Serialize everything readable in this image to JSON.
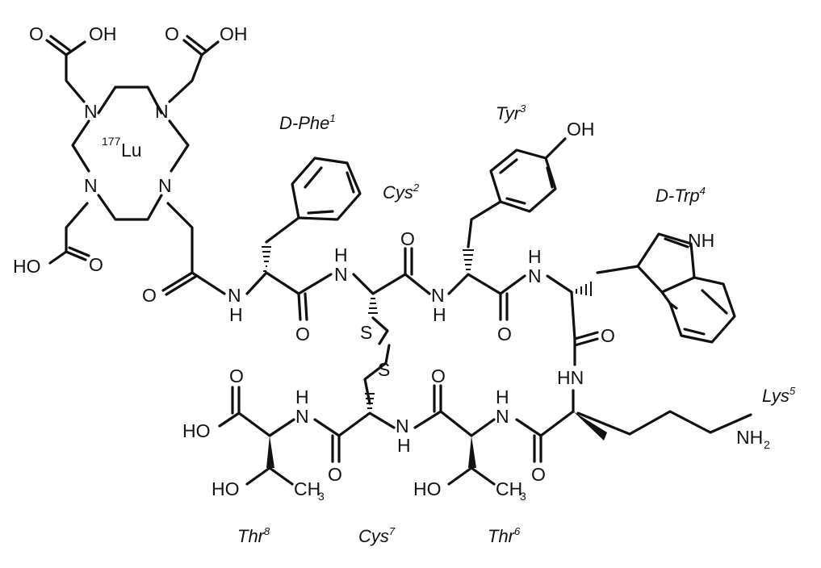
{
  "atoms": {
    "o": "O",
    "oh": "OH",
    "ho": "HO",
    "n": "N",
    "h": "H",
    "nh": "NH",
    "hn": "HN",
    "s": "S",
    "ch": "CH",
    "sub3": "3",
    "nh_2": "NH",
    "sub2": "2",
    "lu_mass": "177",
    "lu": "Lu"
  },
  "residues": [
    {
      "name": "D-Phe",
      "index": "1"
    },
    {
      "name": "Cys",
      "index": "2"
    },
    {
      "name": "Tyr",
      "index": "3"
    },
    {
      "name": "D-Trp",
      "index": "4"
    },
    {
      "name": "Lys",
      "index": "5"
    },
    {
      "name": "Thr",
      "index": "6"
    },
    {
      "name": "Cys",
      "index": "7"
    },
    {
      "name": "Thr",
      "index": "8"
    }
  ]
}
